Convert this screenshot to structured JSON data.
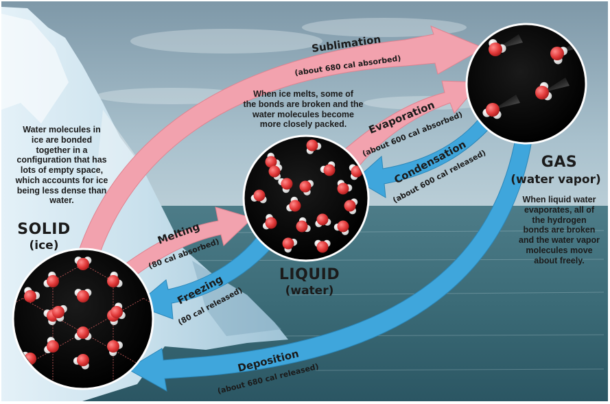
{
  "states": {
    "solid": {
      "name": "SOLID",
      "sub": "(ice)"
    },
    "liquid": {
      "name": "LIQUID",
      "sub": "(water)"
    },
    "gas": {
      "name": "GAS",
      "sub": "(water vapor)"
    }
  },
  "notes": {
    "solid": [
      "Water molecules in",
      "ice are bonded",
      "together in a",
      "configuration that has",
      "lots of empty space,",
      "which accounts for ice",
      "being less dense than",
      "water."
    ],
    "liquid": [
      "When ice melts, some of",
      "the bonds are broken and the",
      "water molecules become",
      "more closely packed."
    ],
    "gas": [
      "When liquid water",
      "evaporates, all of",
      "the hydrogen",
      "bonds are broken",
      "and the water vapor",
      "molecules move",
      "about freely."
    ]
  },
  "arrows": {
    "sublimation": {
      "label": "Sublimation",
      "energy": "(about 680 cal absorbed)"
    },
    "evaporation": {
      "label": "Evaporation",
      "energy": "(about 600 cal absorbed)"
    },
    "condensation": {
      "label": "Condensation",
      "energy": "(about 600 cal released)"
    },
    "melting": {
      "label": "Melting",
      "energy": "(80 cal absorbed)"
    },
    "freezing": {
      "label": "Freezing",
      "energy": "(80 cal released)"
    },
    "deposition": {
      "label": "Deposition",
      "energy": "(about 680 cal released)"
    }
  },
  "colors": {
    "absorbed_arrow": "#f2a2ae",
    "released_arrow": "#3fa6dc",
    "oxygen": "#e23a3a",
    "hydrogen": "#f2f2f2"
  }
}
